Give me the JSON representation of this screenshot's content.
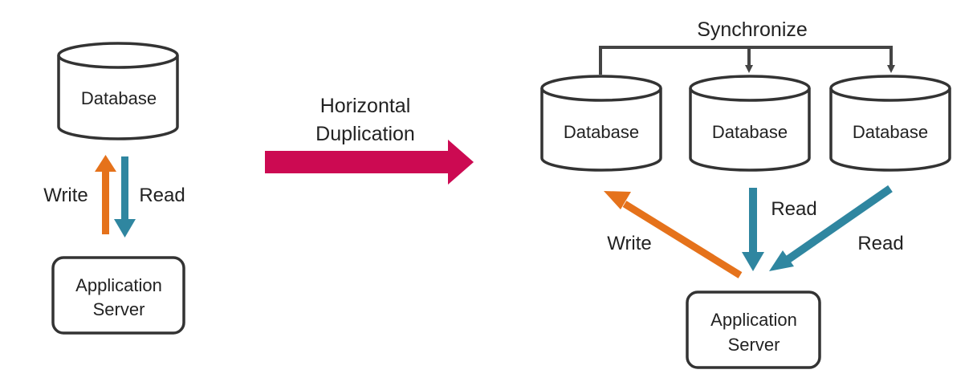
{
  "left": {
    "database_label": "Database",
    "write_label": "Write",
    "read_label": "Read",
    "server_line1": "Application",
    "server_line2": "Server"
  },
  "middle": {
    "title_line1": "Horizontal",
    "title_line2": "Duplication"
  },
  "right": {
    "sync_label": "Synchronize",
    "database_labels": [
      "Database",
      "Database",
      "Database"
    ],
    "write_label": "Write",
    "read_label_center": "Read",
    "read_label_right": "Read",
    "server_line1": "Application",
    "server_line2": "Server"
  },
  "colors": {
    "outline": "#333333",
    "write_arrow": "#e5721b",
    "read_arrow": "#2f86a0",
    "duplication_arrow": "#cc0a52",
    "sync_line": "#444444"
  }
}
